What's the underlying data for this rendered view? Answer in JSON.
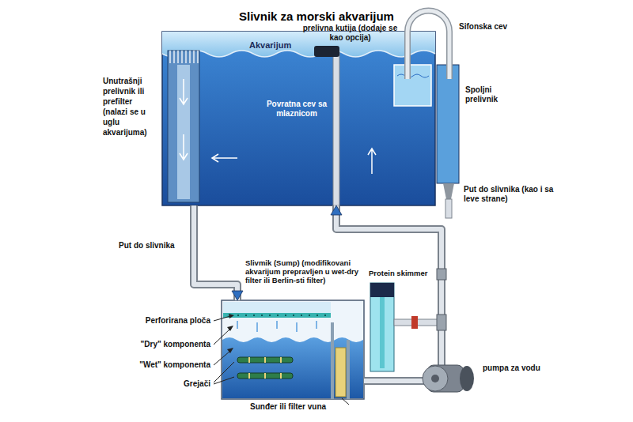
{
  "diagram": {
    "title": "Slivnik za morski akvarijum",
    "nodes": [
      {
        "text": [
          "Akvarijum",
          "Povratna cev sa mlaznicom"
        ]
      },
      {
        "text": [
          "Slivmik (Sump) (modifikovani akvarijum prepravljen u wet-dry filter ili Berlin-sti filter)"
        ]
      }
    ],
    "edges": [
      {
        "from": 0,
        "to": 1,
        "label": "Put do slivnika",
        "arrow": "to"
      },
      {
        "from": 1,
        "to": 0,
        "arrow": "to"
      }
    ],
    "labels": [
      "prelivna kutija (dodaje se kao opcija)",
      "Sifonska cev",
      "Unutrašnji prelivnik ili prefilter (nalazi se u uglu akvarijuma)",
      "Spoljni prelivnik",
      "Put do slivnika (kao i sa leve strane)",
      "Protein skimmer",
      "Perforirana ploča",
      "\"Dry\" komponenta",
      "\"Wet\" komponenta",
      "Grejači",
      "Sunđer ili filter vuna",
      "pumpa za vodu"
    ]
  }
}
